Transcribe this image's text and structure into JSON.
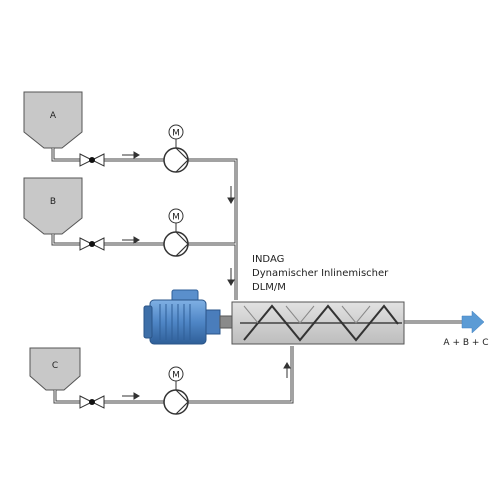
{
  "diagram": {
    "tanks": [
      {
        "label": "A"
      },
      {
        "label": "B"
      },
      {
        "label": "C"
      }
    ],
    "motor_symbol": "M",
    "mixer": {
      "line1": "INDAG",
      "line2": "Dynamischer Inlinemischer",
      "line3": "DLM/M"
    },
    "output_label": "A + B + C",
    "colors": {
      "tank_fill": "#c8c8c8",
      "pipe": "#444444",
      "mixer_body": "#d4d4d4",
      "motor_blue": "#4f86c6",
      "output_arrow": "#5b9bd5"
    }
  }
}
